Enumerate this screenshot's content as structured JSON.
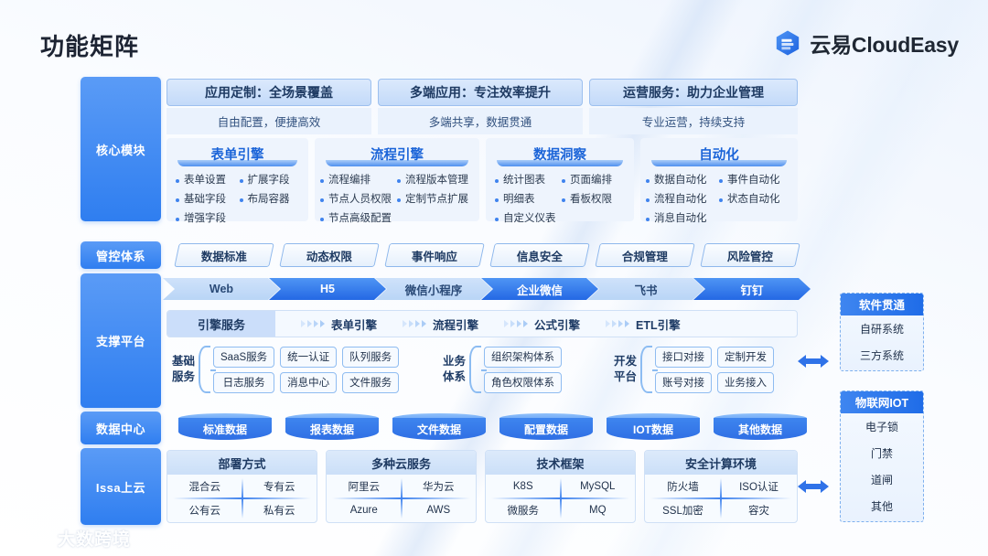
{
  "header": {
    "title": "功能矩阵",
    "brand": "云易CloudEasy",
    "brand_icon": "cloud-hex-logo"
  },
  "watermark": {
    "text": "大数跨境",
    "icon": "dashu-logo"
  },
  "colors": {
    "accent": "#2f7ef0",
    "accent_light": "#5a9bf6",
    "header_box": "#c3daf9",
    "panel_bg": "#eef4fd",
    "text_dark": "#1e3a62"
  },
  "sidebar": {
    "items": [
      {
        "label": "核心模块"
      },
      {
        "label": "管控体系"
      },
      {
        "label": "支撑平台"
      },
      {
        "label": "数据中心"
      },
      {
        "label": "Issa上云"
      }
    ]
  },
  "core": {
    "headers": [
      {
        "title": "应用定制：全场景覆盖",
        "sub": "自由配置，便捷高效"
      },
      {
        "title": "多端应用：专注效率提升",
        "sub": "多端共享，数据贯通"
      },
      {
        "title": "运营服务：助力企业管理",
        "sub": "专业运营，持续支持"
      }
    ],
    "engines": [
      {
        "title": "表单引擎",
        "items": [
          "表单设置",
          "扩展字段",
          "基础字段",
          "布局容器",
          "增强字段"
        ]
      },
      {
        "title": "流程引擎",
        "items": [
          "流程编排",
          "流程版本管理",
          "节点人员权限",
          "定制节点扩展",
          "节点高级配置"
        ]
      },
      {
        "title": "数据洞察",
        "items": [
          "统计图表",
          "页面编排",
          "明细表",
          "看板权限",
          "自定义仪表"
        ]
      },
      {
        "title": "自动化",
        "items": [
          "数据自动化",
          "事件自动化",
          "流程自动化",
          "状态自动化",
          "消息自动化"
        ]
      }
    ]
  },
  "governance": {
    "pills": [
      "数据标准",
      "动态权限",
      "事件响应",
      "信息安全",
      "合规管理",
      "风险管控"
    ]
  },
  "channels": [
    {
      "label": "Web",
      "style": "light"
    },
    {
      "label": "H5",
      "style": "dark"
    },
    {
      "label": "微信小程序",
      "style": "light"
    },
    {
      "label": "企业微信",
      "style": "dark"
    },
    {
      "label": "飞书",
      "style": "light"
    },
    {
      "label": "钉钉",
      "style": "dark"
    }
  ],
  "support": {
    "engine_bar": {
      "lead": "引擎服务",
      "items": [
        "表单引擎",
        "流程引擎",
        "公式引擎",
        "ETL引擎"
      ]
    },
    "groups": [
      {
        "label": "基础\n服务",
        "cells": [
          "SaaS服务",
          "日志服务",
          "统一认证",
          "消息中心",
          "队列服务",
          "文件服务"
        ]
      },
      {
        "label": "业务\n体系",
        "cells": [
          "组织架构体系",
          "角色权限体系"
        ]
      },
      {
        "label": "开发\n平台",
        "cells": [
          "接口对接",
          "账号对接",
          "定制开发",
          "业务接入"
        ]
      }
    ]
  },
  "datacenter": {
    "cylinders": [
      "标准数据",
      "报表数据",
      "文件数据",
      "配置数据",
      "IOT数据",
      "其他数据"
    ]
  },
  "cloud": {
    "cards": [
      {
        "title": "部署方式",
        "cells": [
          "混合云",
          "专有云",
          "公有云",
          "私有云"
        ]
      },
      {
        "title": "多种云服务",
        "cells": [
          "阿里云",
          "华为云",
          "Azure",
          "AWS"
        ]
      },
      {
        "title": "技术框架",
        "cells": [
          "K8S",
          "MySQL",
          "微服务",
          "MQ"
        ]
      },
      {
        "title": "安全计算环境",
        "cells": [
          "防火墙",
          "ISO认证",
          "SSL加密",
          "容灾"
        ]
      }
    ]
  },
  "right_panels": [
    {
      "title": "软件贯通",
      "items": [
        "自研系统",
        "三方系统"
      ]
    },
    {
      "title": "物联网IOT",
      "items": [
        "电子锁",
        "门禁",
        "道闸",
        "其他"
      ]
    }
  ]
}
